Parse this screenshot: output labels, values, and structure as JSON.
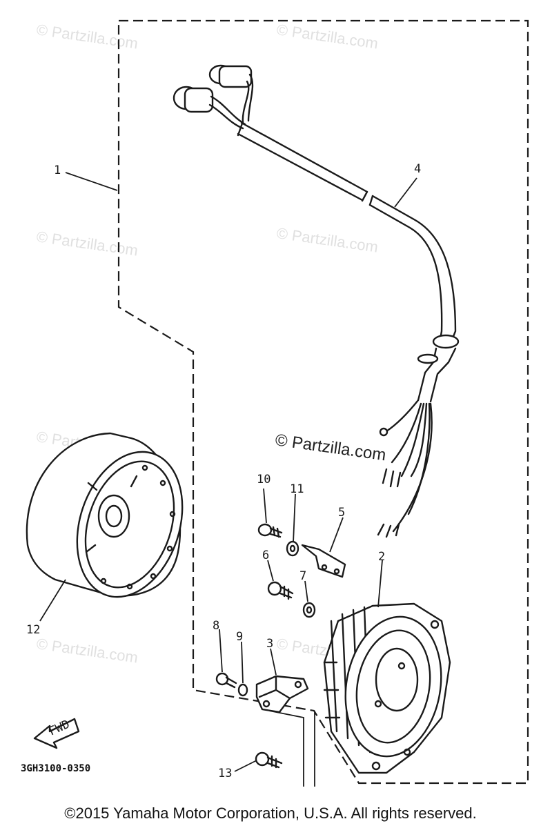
{
  "watermark": "© Partzilla.com",
  "callouts": {
    "c1": "1",
    "c2": "2",
    "c3": "3",
    "c4": "4",
    "c5": "5",
    "c6": "6",
    "c7": "7",
    "c8": "8",
    "c9": "9",
    "c10": "10",
    "c11": "11",
    "c12": "12",
    "c13": "13"
  },
  "fwd_label": "FWD",
  "diagram_code": "3GH3100-0350",
  "copyright": "©2015 Yamaha Motor Corporation, U.S.A. All rights reserved."
}
